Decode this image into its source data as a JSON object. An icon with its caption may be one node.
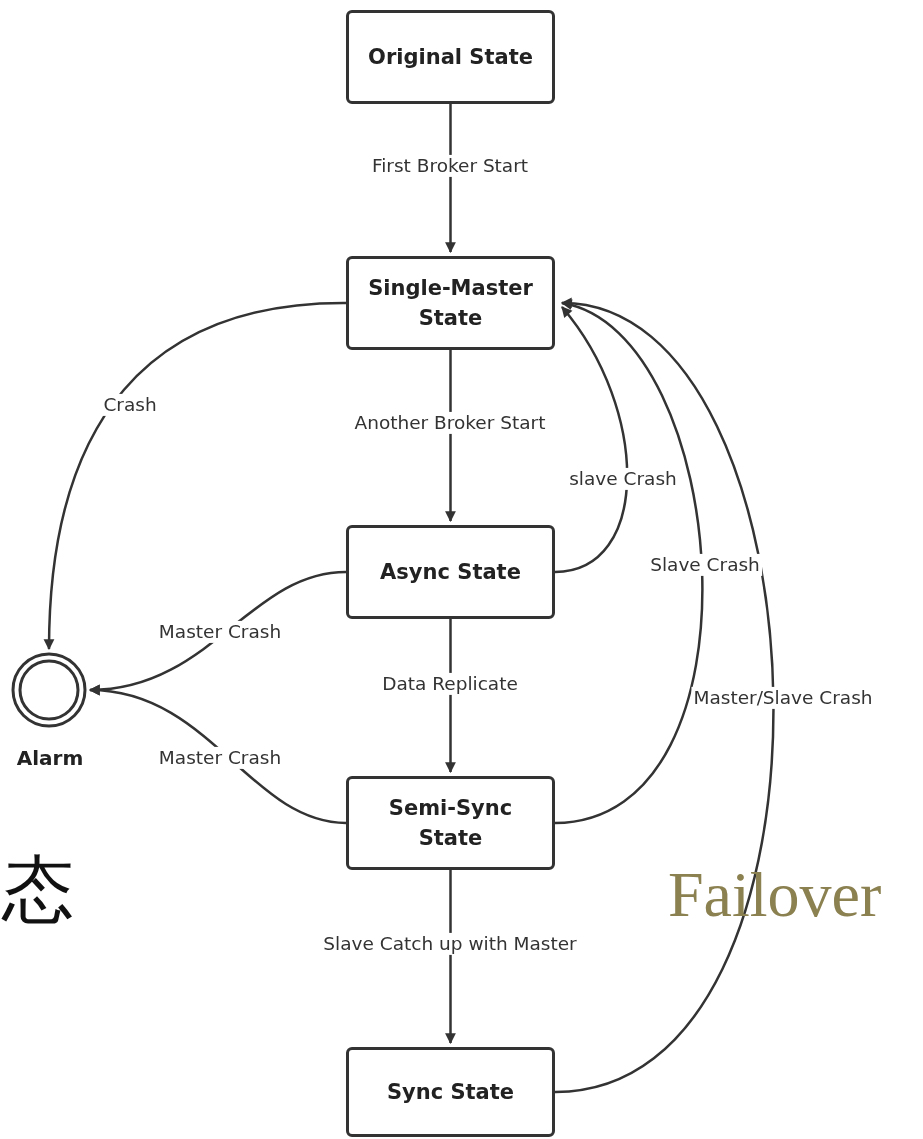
{
  "diagram": {
    "nodes": [
      {
        "text": [
          "Original State"
        ]
      },
      {
        "text": [
          "Single-Master State"
        ]
      },
      {
        "text": [
          "Async State"
        ]
      },
      {
        "text": [
          "Semi-Sync State"
        ]
      },
      {
        "text": [
          "Sync State"
        ]
      },
      {
        "text": [
          "Alarm"
        ]
      }
    ],
    "edges": [
      {
        "from": 0,
        "to": 1,
        "arrow": "to",
        "label": "First Broker Start"
      },
      {
        "from": 1,
        "to": 2,
        "arrow": "to",
        "label": "Another Broker Start"
      },
      {
        "from": 2,
        "to": 3,
        "arrow": "to",
        "label": "Data Replicate"
      },
      {
        "from": 3,
        "to": 4,
        "arrow": "to",
        "label": "Slave Catch up with Master"
      },
      {
        "from": 1,
        "to": 5,
        "arrow": "to",
        "label": "Crash"
      },
      {
        "from": 2,
        "to": 5,
        "arrow": "to",
        "label": "Master Crash"
      },
      {
        "from": 3,
        "to": 5,
        "arrow": "to",
        "label": "Master Crash"
      },
      {
        "from": 2,
        "to": 1,
        "arrow": "to",
        "label": "slave Crash"
      },
      {
        "from": 3,
        "to": 1,
        "arrow": "to",
        "label": "Slave Crash"
      },
      {
        "from": 4,
        "to": 1,
        "arrow": "to",
        "label": "Master/Slave Crash"
      }
    ],
    "labels": [
      "态",
      "Failover"
    ]
  }
}
